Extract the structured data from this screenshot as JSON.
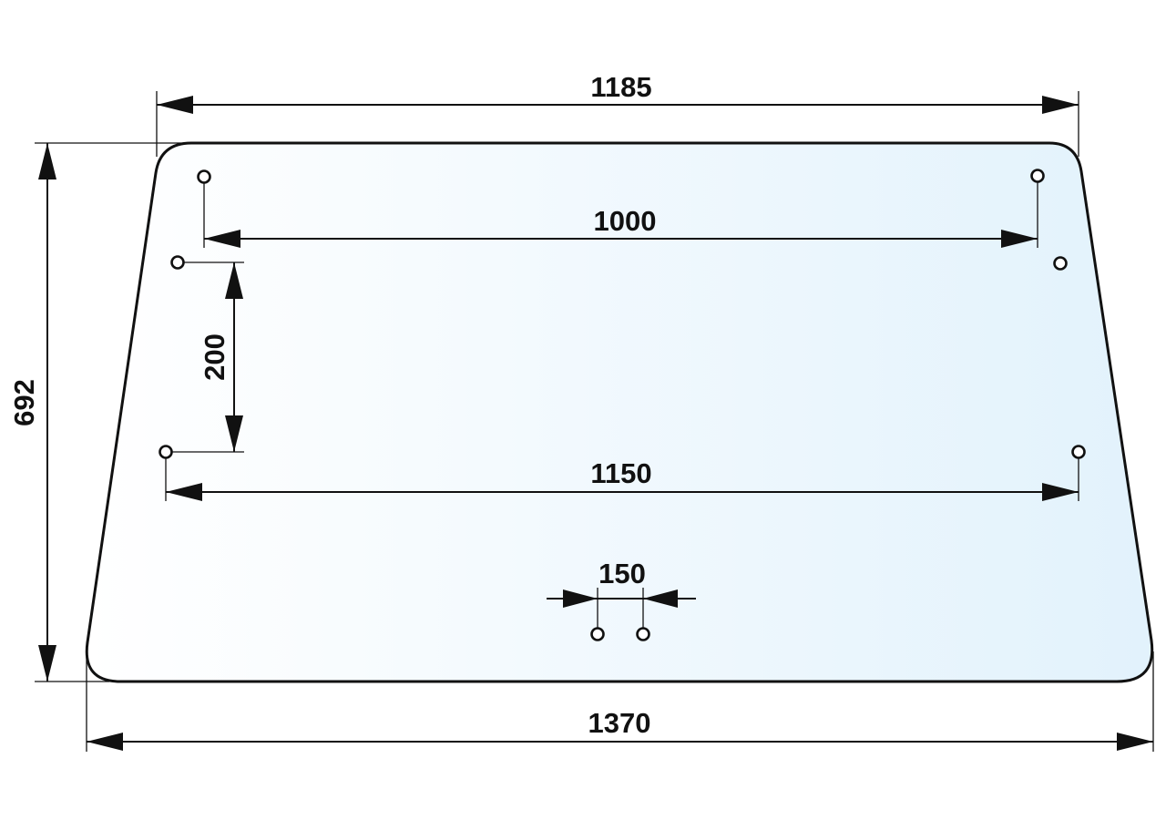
{
  "diagram": {
    "colors": {
      "stroke": "#111111",
      "glass_gradient_start": "#ffffff",
      "glass_gradient_end": "#e2f2fc"
    },
    "dimensions": {
      "top_width": "1185",
      "bottom_width": "1370",
      "height": "692",
      "upper_hole_spacing": "1000",
      "vertical_hole_spacing": "200",
      "lower_hole_spacing": "1150",
      "bottom_hole_spacing": "150"
    }
  }
}
